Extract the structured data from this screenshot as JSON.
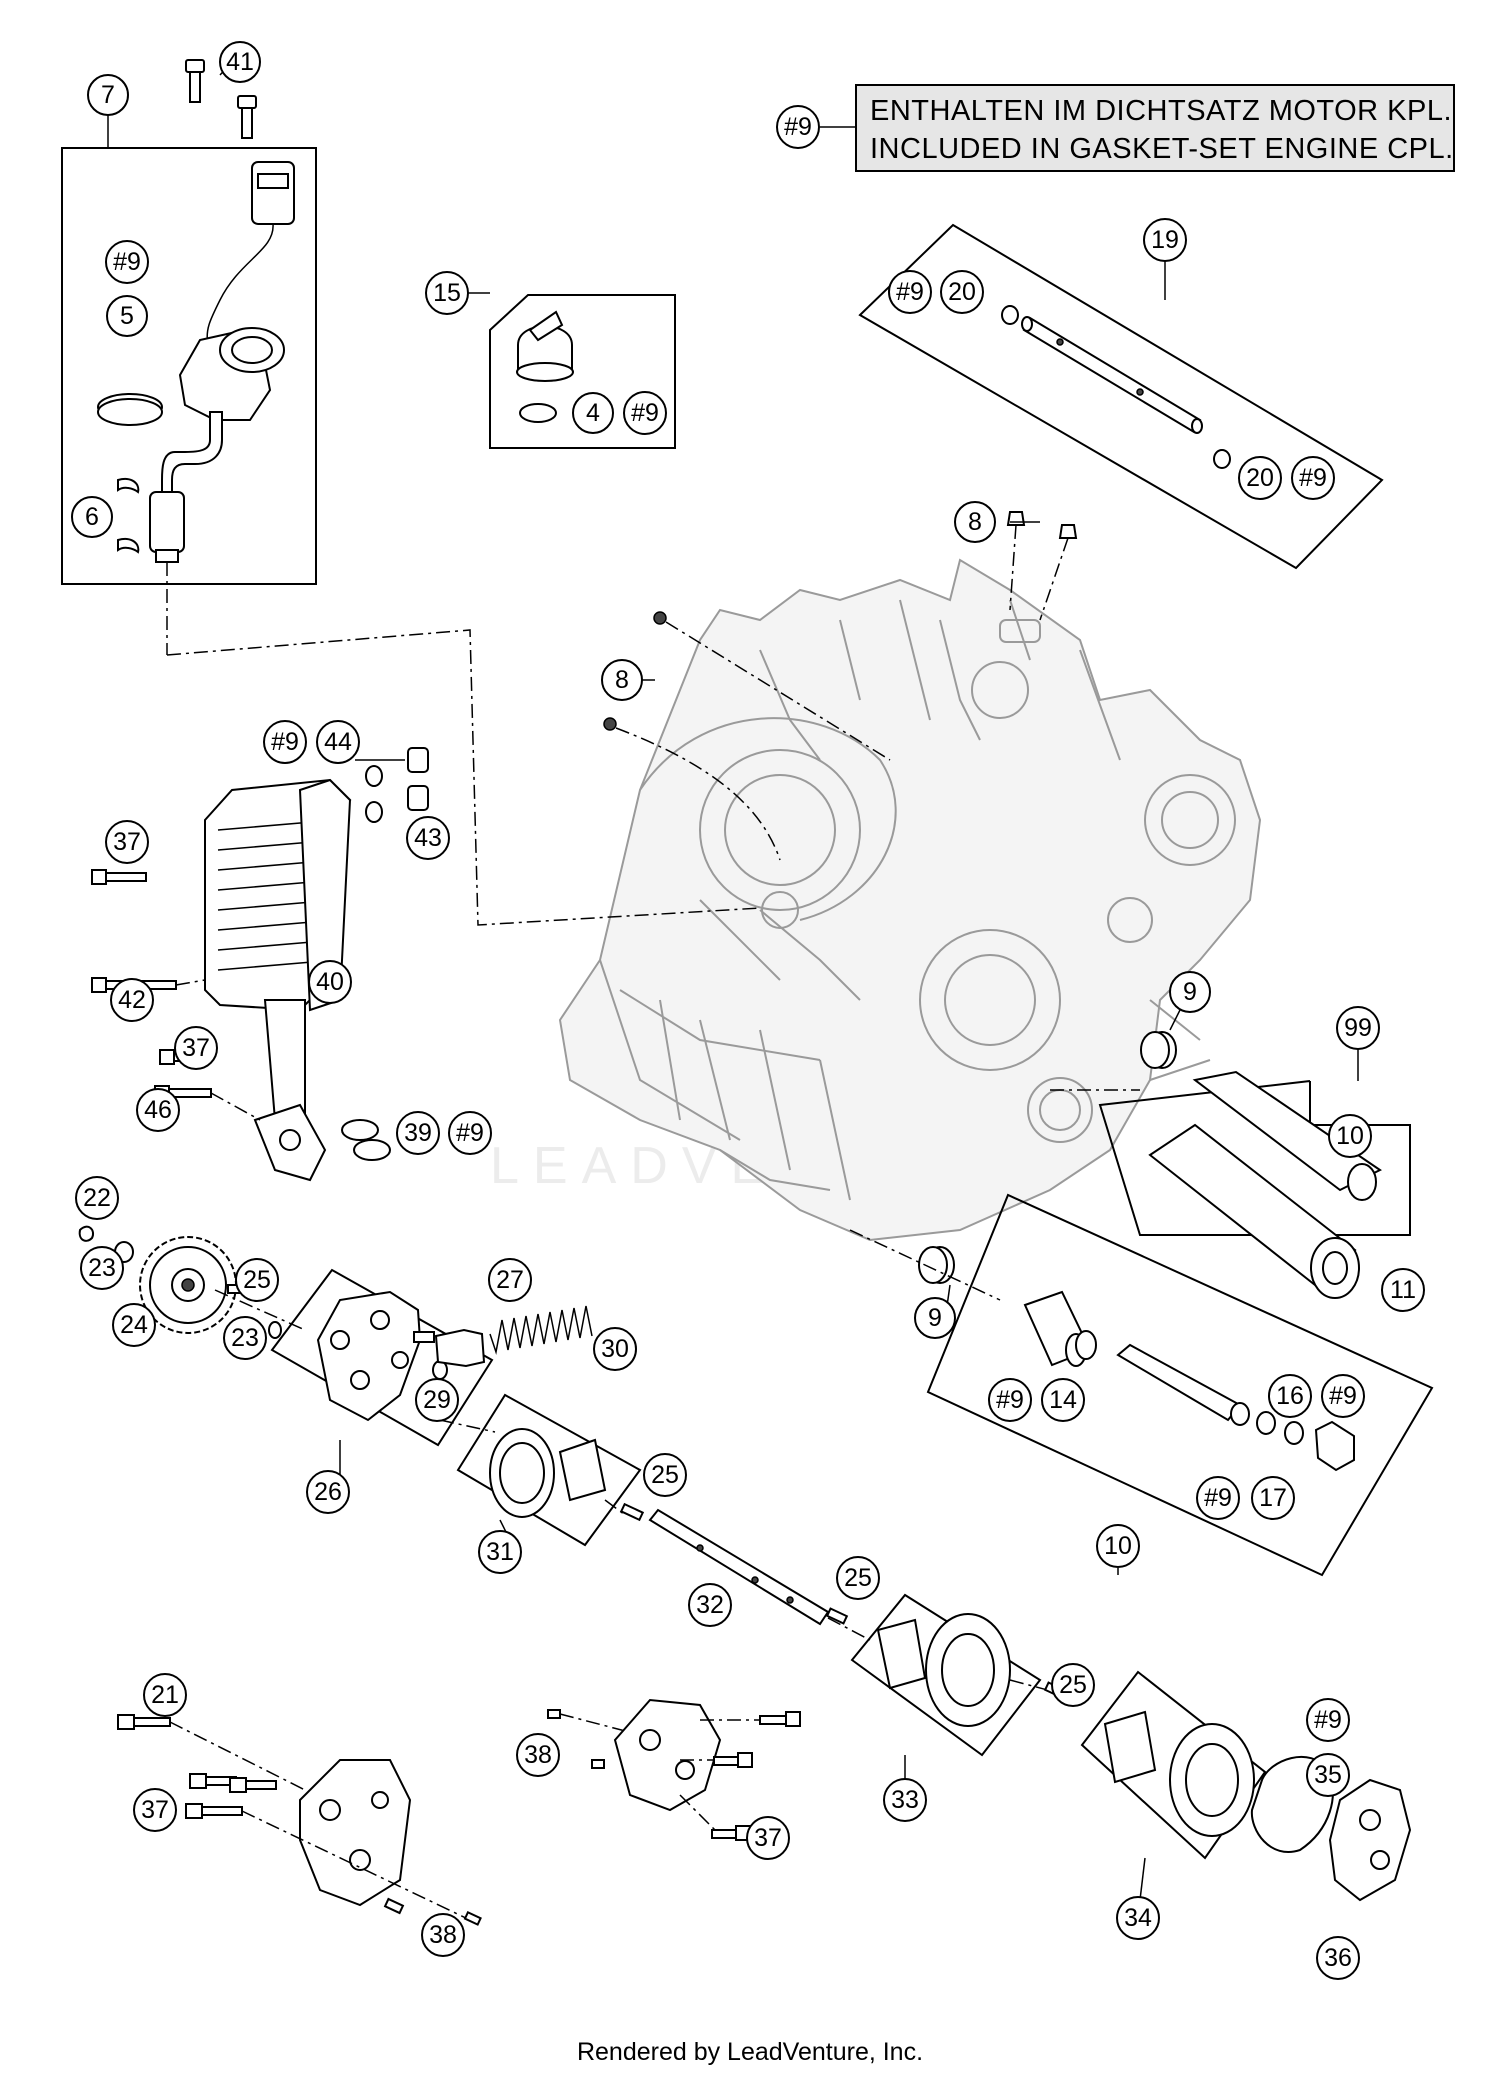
{
  "note": {
    "ref": "#9",
    "line1": "ENTHALTEN IM DICHTSATZ MOTOR KPL.",
    "line2": "INCLUDED IN GASKET-SET ENGINE CPL."
  },
  "watermark": "LEADVENTURE",
  "footer": "Rendered by LeadVenture, Inc.",
  "callouts": [
    {
      "id": "c41",
      "label": "41"
    },
    {
      "id": "c7",
      "label": "7"
    },
    {
      "id": "c9a",
      "label": "#9"
    },
    {
      "id": "c5",
      "label": "5"
    },
    {
      "id": "c6",
      "label": "6"
    },
    {
      "id": "c15",
      "label": "15"
    },
    {
      "id": "c4",
      "label": "4"
    },
    {
      "id": "c9b",
      "label": "#9"
    },
    {
      "id": "c19",
      "label": "19"
    },
    {
      "id": "c9c",
      "label": "#9"
    },
    {
      "id": "c20a",
      "label": "20"
    },
    {
      "id": "c20b",
      "label": "20"
    },
    {
      "id": "c9d",
      "label": "#9"
    },
    {
      "id": "c8a",
      "label": "8"
    },
    {
      "id": "c8b",
      "label": "8"
    },
    {
      "id": "c9e",
      "label": "#9"
    },
    {
      "id": "c44",
      "label": "44"
    },
    {
      "id": "c43",
      "label": "43"
    },
    {
      "id": "c37a",
      "label": "37"
    },
    {
      "id": "c42",
      "label": "42"
    },
    {
      "id": "c40",
      "label": "40"
    },
    {
      "id": "c37b",
      "label": "37"
    },
    {
      "id": "c46",
      "label": "46"
    },
    {
      "id": "c39",
      "label": "39"
    },
    {
      "id": "c9f",
      "label": "#9"
    },
    {
      "id": "c9g",
      "label": "9"
    },
    {
      "id": "c99",
      "label": "99"
    },
    {
      "id": "c10a",
      "label": "10"
    },
    {
      "id": "c11",
      "label": "11"
    },
    {
      "id": "c22",
      "label": "22"
    },
    {
      "id": "c23a",
      "label": "23"
    },
    {
      "id": "c24",
      "label": "24"
    },
    {
      "id": "c25a",
      "label": "25"
    },
    {
      "id": "c23b",
      "label": "23"
    },
    {
      "id": "c27",
      "label": "27"
    },
    {
      "id": "c30",
      "label": "30"
    },
    {
      "id": "c29",
      "label": "29"
    },
    {
      "id": "c26",
      "label": "26"
    },
    {
      "id": "c9h",
      "label": "9"
    },
    {
      "id": "c9i",
      "label": "#9"
    },
    {
      "id": "c14",
      "label": "14"
    },
    {
      "id": "c16",
      "label": "16"
    },
    {
      "id": "c9j",
      "label": "#9"
    },
    {
      "id": "c9k",
      "label": "#9"
    },
    {
      "id": "c17",
      "label": "17"
    },
    {
      "id": "c10b",
      "label": "10"
    },
    {
      "id": "c25b",
      "label": "25"
    },
    {
      "id": "c31",
      "label": "31"
    },
    {
      "id": "c32",
      "label": "32"
    },
    {
      "id": "c25c",
      "label": "25"
    },
    {
      "id": "c25d",
      "label": "25"
    },
    {
      "id": "c33",
      "label": "33"
    },
    {
      "id": "c9l",
      "label": "#9"
    },
    {
      "id": "c35",
      "label": "35"
    },
    {
      "id": "c34",
      "label": "34"
    },
    {
      "id": "c36",
      "label": "36"
    },
    {
      "id": "c21",
      "label": "21"
    },
    {
      "id": "c37c",
      "label": "37"
    },
    {
      "id": "c38a",
      "label": "38"
    },
    {
      "id": "c38b",
      "label": "38"
    },
    {
      "id": "c37d",
      "label": "37"
    }
  ]
}
